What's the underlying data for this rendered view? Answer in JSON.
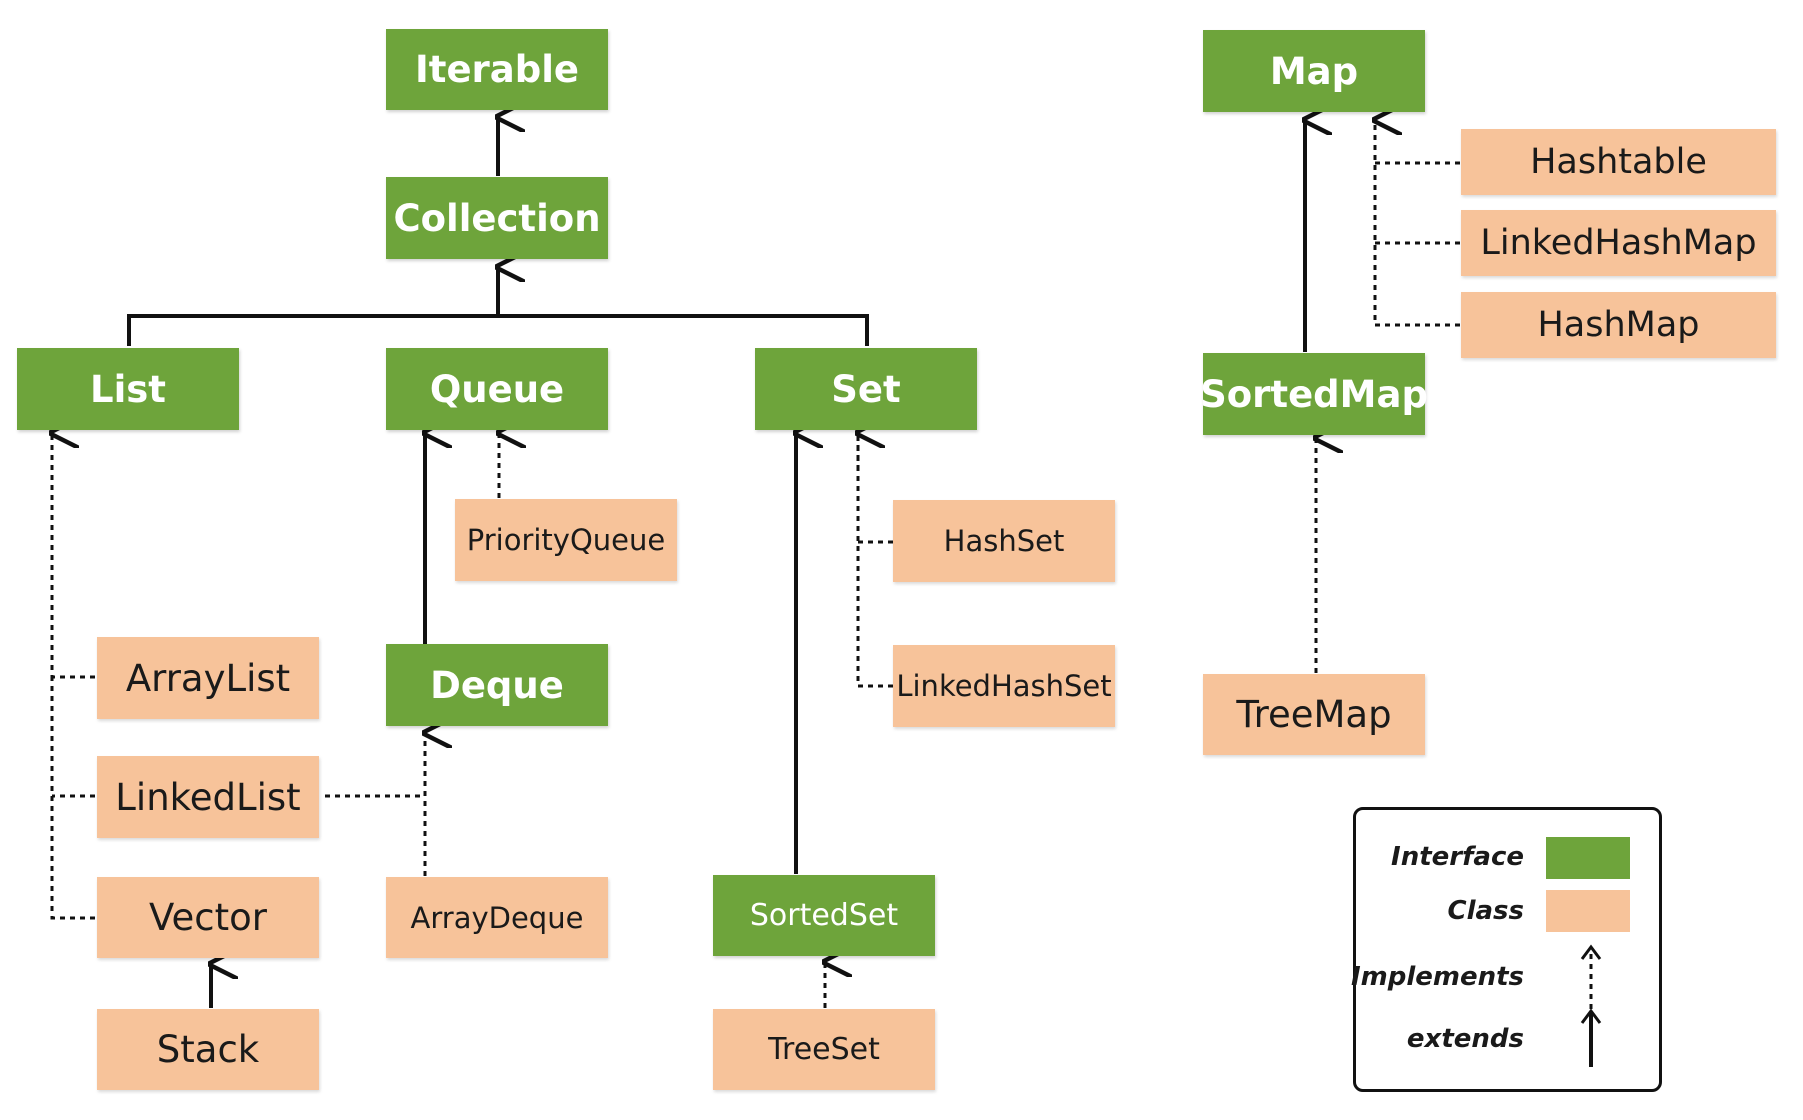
{
  "colors": {
    "interface": "#6ea43b",
    "class": "#f7c39a",
    "line": "#111111"
  },
  "nodes": {
    "iterable": "Iterable",
    "collection": "Collection",
    "list": "List",
    "queue": "Queue",
    "set": "Set",
    "map": "Map",
    "sortedmap": "SortedMap",
    "deque": "Deque",
    "sortedset": "SortedSet",
    "hashtable": "Hashtable",
    "linkedhashmap": "LinkedHashMap",
    "hashmap": "HashMap",
    "treemap": "TreeMap",
    "priorityqueue": "PriorityQueue",
    "hashset": "HashSet",
    "linkedhashset": "LinkedHashSet",
    "arraylist": "ArrayList",
    "linkedlist": "LinkedList",
    "vector": "Vector",
    "stack": "Stack",
    "arraydeque": "ArrayDeque",
    "treeset": "TreeSet"
  },
  "legend": {
    "interface": "Interface",
    "class": "Class",
    "implements": "Implements",
    "extends": "extends"
  }
}
